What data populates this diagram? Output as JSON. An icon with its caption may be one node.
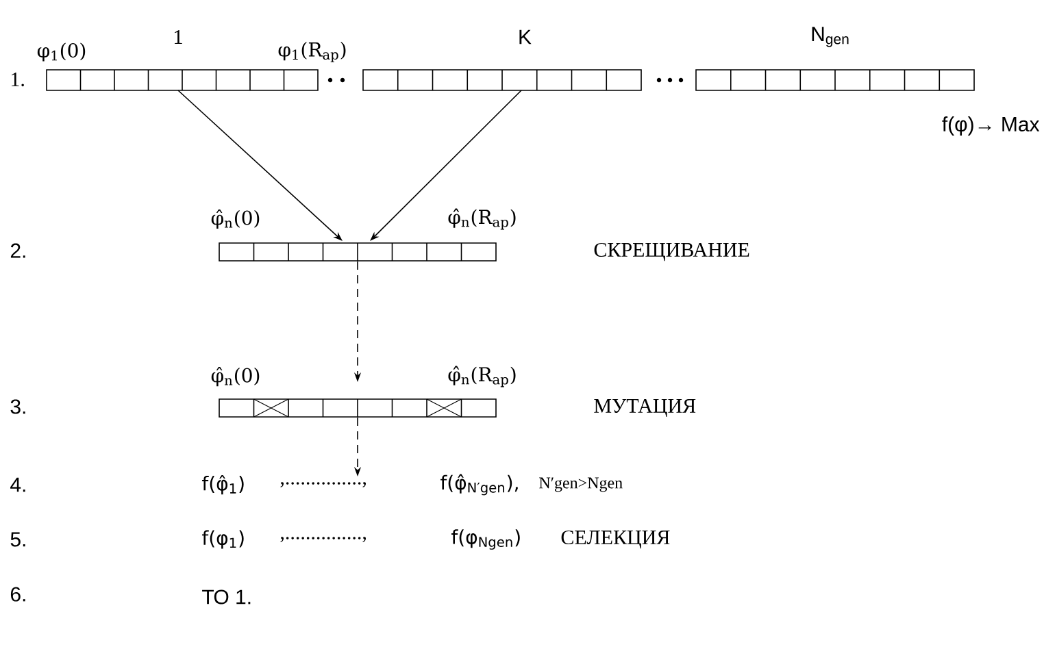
{
  "diagram": {
    "nodes": [
      {
        "text": [],
        "shape": "bar",
        "beside": [
          "φ$_{1}$(0)",
          "1",
          "φ$_{1}$(R$_{ap}$)"
        ]
      },
      {
        "text": [],
        "shape": "bar",
        "beside": [
          "K"
        ]
      },
      {
        "text": [],
        "shape": "bar",
        "beside": [
          "N$_{gen}$"
        ]
      },
      {
        "text": [],
        "shape": "bar",
        "beside": [
          "φ̂$_{n}$(0)",
          "φ̂$_{n}$(R$_{ap}$)"
        ]
      },
      {
        "text": [],
        "shape": "bar",
        "beside": [
          "φ̂$_{n}$(0)",
          "φ̂$_{n}$(R$_{ap}$)"
        ]
      },
      {
        "text": [
          ",...............,"
        ]
      }
    ],
    "edges": [
      {
        "from": 0,
        "to": 3,
        "arrow": "to"
      },
      {
        "from": 1,
        "to": 3,
        "arrow": "to"
      },
      {
        "from": 3,
        "to": 4,
        "arrow": "to",
        "style": "dashed"
      },
      {
        "from": 4,
        "to": 5,
        "arrow": "to",
        "style": "dashed"
      }
    ],
    "labels": [
      "1.",
      "f(φ)→ Max",
      "2.",
      "СКРЕЩИВАНИЕ",
      "3.",
      "МУТАЦИЯ",
      "4.",
      "f(φ̂$_{1}$)",
      "f(φ̂$_{N′gen}$),",
      "N′gen>Ngen",
      "5.",
      "f(φ$_{1}$)",
      ",...............,",
      "f(φ$_{Ngen}$)",
      "СЕЛЕКЦИЯ",
      "6.",
      "ТО 1."
    ]
  }
}
